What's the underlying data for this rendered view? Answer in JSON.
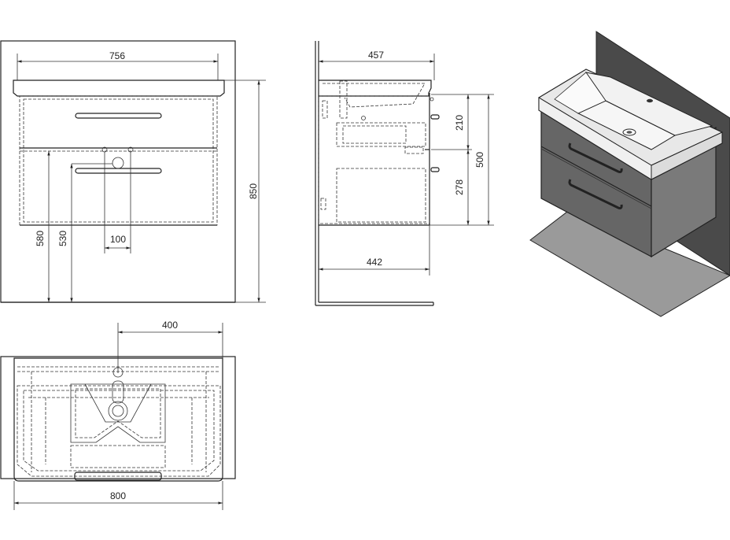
{
  "dimensions": {
    "front_width": "756",
    "front_height": "850",
    "front_drain_580": "580",
    "front_drain_530": "530",
    "front_drain_offset": "100",
    "side_depth_top": "457",
    "side_depth_bottom": "442",
    "side_drawer_top": "210",
    "side_drawer_bottom": "278",
    "side_total_height": "500",
    "top_offset": "400",
    "top_width": "800"
  },
  "colors": {
    "line": "#222222",
    "wall_panel": "#4a4a4a",
    "floor_panel": "#9a9a9a",
    "cabinet_front": "#6a6a6a",
    "cabinet_side": "#7a7a7a",
    "basin_top": "#e6e6e6",
    "basin_inner": "#f4f4f4"
  }
}
